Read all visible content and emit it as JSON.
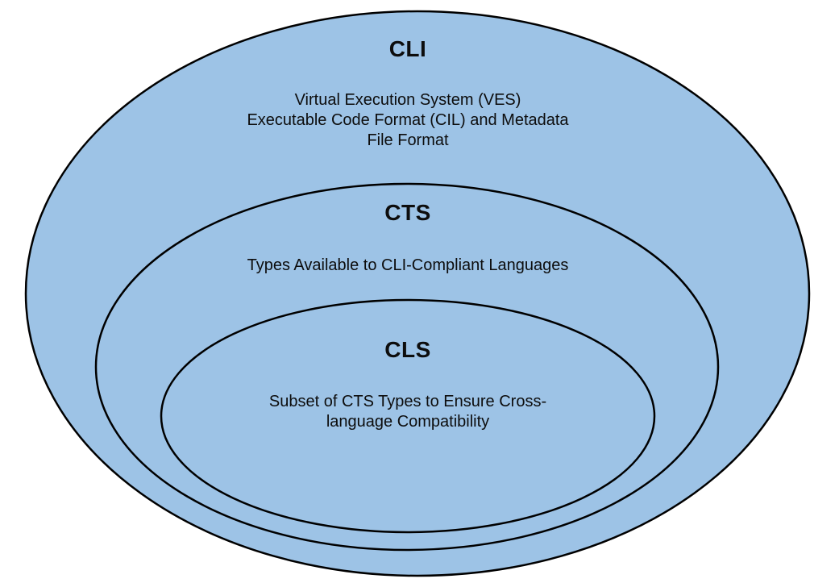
{
  "diagram": {
    "type": "nested-ellipse-diagram",
    "background_color": "#ffffff",
    "ellipse_fill_color": "#9DC3E6",
    "ellipse_stroke_color": "#000000",
    "text_color": "#0d0d0d",
    "rings": [
      {
        "id": "cli",
        "title": "CLI",
        "lines": [
          "Virtual Execution System (VES)",
          "Executable Code Format (CIL) and Metadata",
          "File Format"
        ]
      },
      {
        "id": "cts",
        "title": "CTS",
        "lines": [
          "Types Available to CLI-Compliant Languages"
        ]
      },
      {
        "id": "cls",
        "title": "CLS",
        "lines": [
          "Subset of CTS Types to Ensure Cross-",
          "language Compatibility"
        ]
      }
    ]
  }
}
